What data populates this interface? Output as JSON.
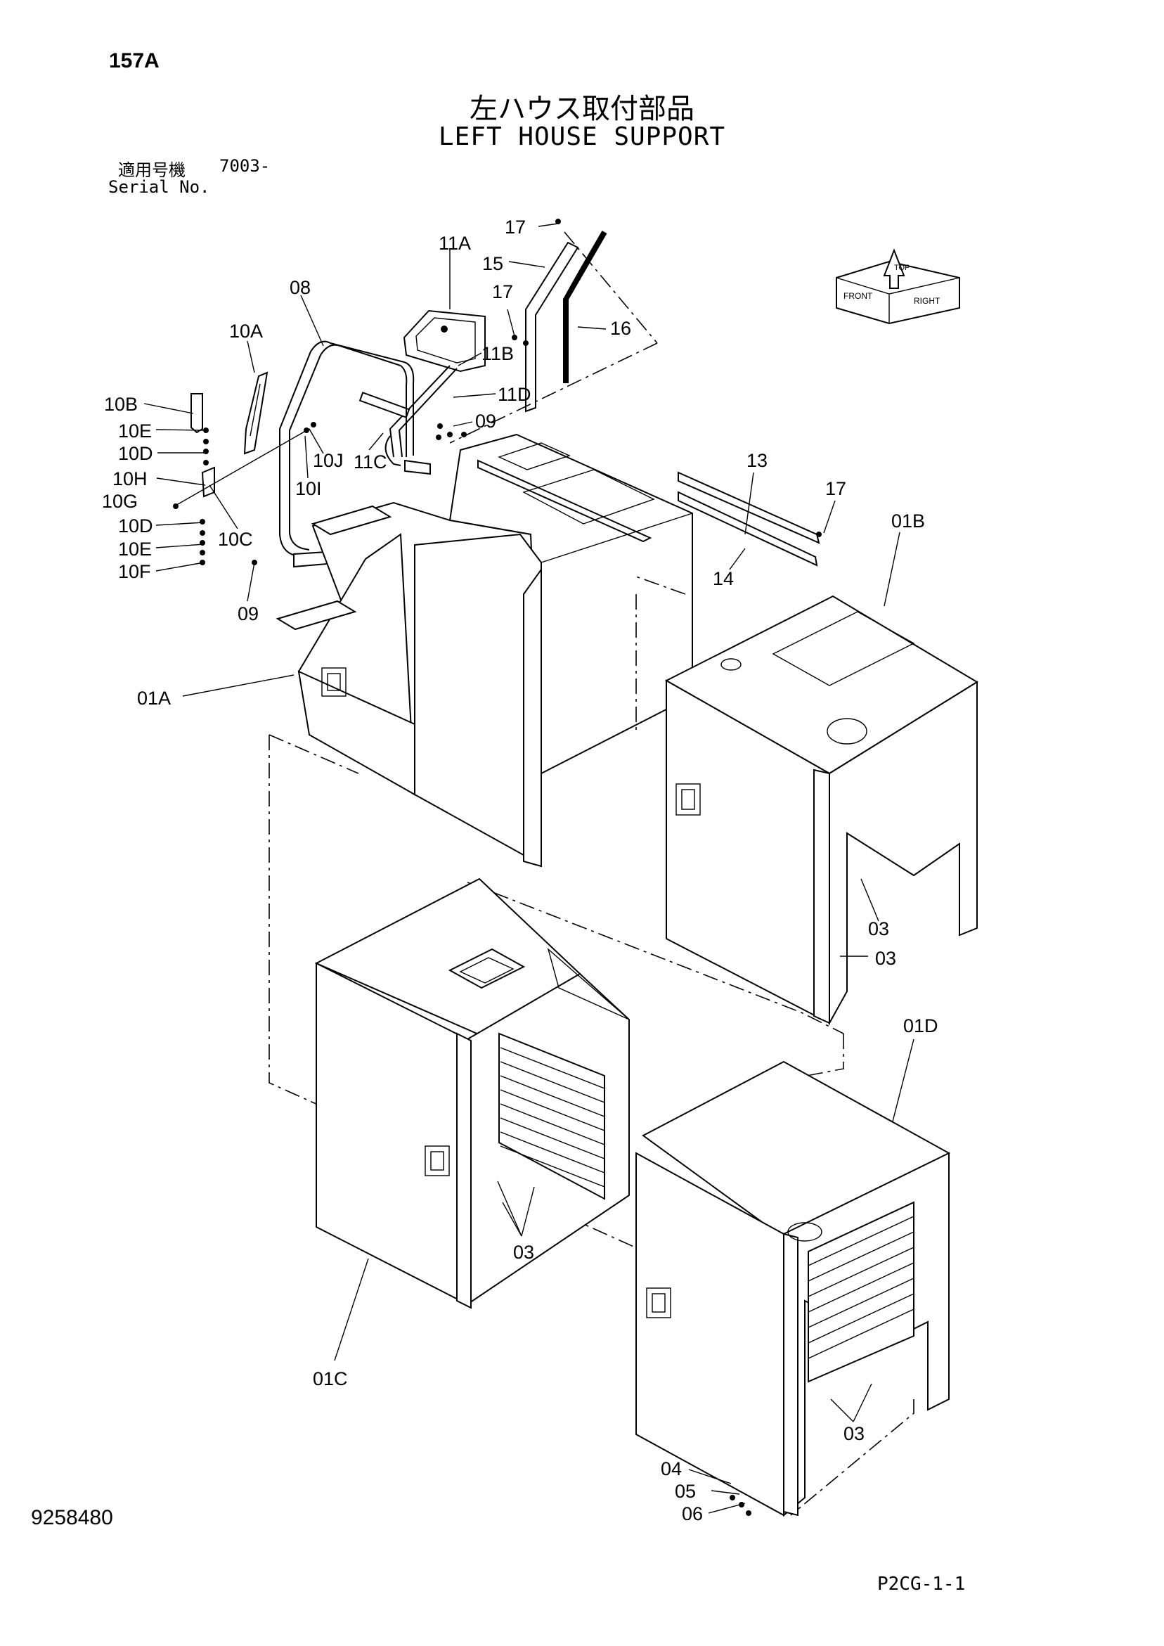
{
  "header": {
    "page_code": "157A",
    "title_jp": "左ハウス取付部品",
    "title_en": "LEFT HOUSE SUPPORT",
    "serial_label_jp": "適用号機",
    "serial_value": "7003-",
    "serial_label_en": "Serial No."
  },
  "diagram": {
    "orientation_icon_labels": [
      "FRONT",
      "RIGHT",
      "TOP"
    ],
    "callouts": [
      "17",
      "11A",
      "15",
      "17",
      "16",
      "08",
      "10A",
      "11B",
      "11D",
      "10B",
      "10E",
      "10D",
      "09",
      "10J",
      "11C",
      "10H",
      "10I",
      "10G",
      "10D",
      "10C",
      "10E",
      "10F",
      "09",
      "13",
      "17",
      "01B",
      "14",
      "01A",
      "03",
      "03",
      "01D",
      "03",
      "01C",
      "03",
      "04",
      "05",
      "06"
    ]
  },
  "footer": {
    "drawing_number": "9258480",
    "sheet_code": "P2CG-1-1"
  }
}
